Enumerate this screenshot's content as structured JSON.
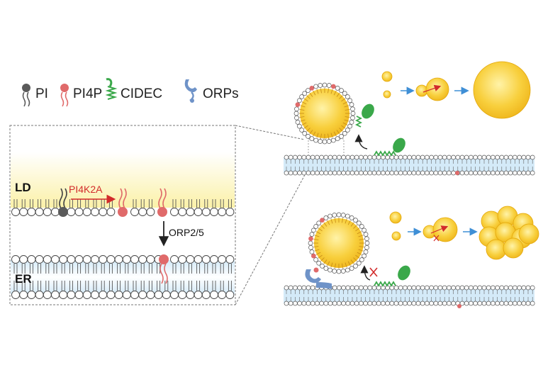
{
  "legend": {
    "pi": "PI",
    "pi4p": "PI4P",
    "cidec": "CIDEC",
    "orps": "ORPs"
  },
  "inset": {
    "ld_label": "LD",
    "er_label": "ER",
    "enzyme_label": "PI4K2A",
    "transfer_label": "ORP2/5"
  },
  "colors": {
    "pi": "#5a5a5a",
    "pi4p": "#e06a6a",
    "cidec": "#3aa84a",
    "orps": "#6f93c8",
    "lipid_droplet": "#f6c62a",
    "er_band": "#d6ebf7",
    "ld_band": "#fbf3b8",
    "arrow_red": "#d22b2b",
    "arrow_blue": "#3f8fd6"
  }
}
